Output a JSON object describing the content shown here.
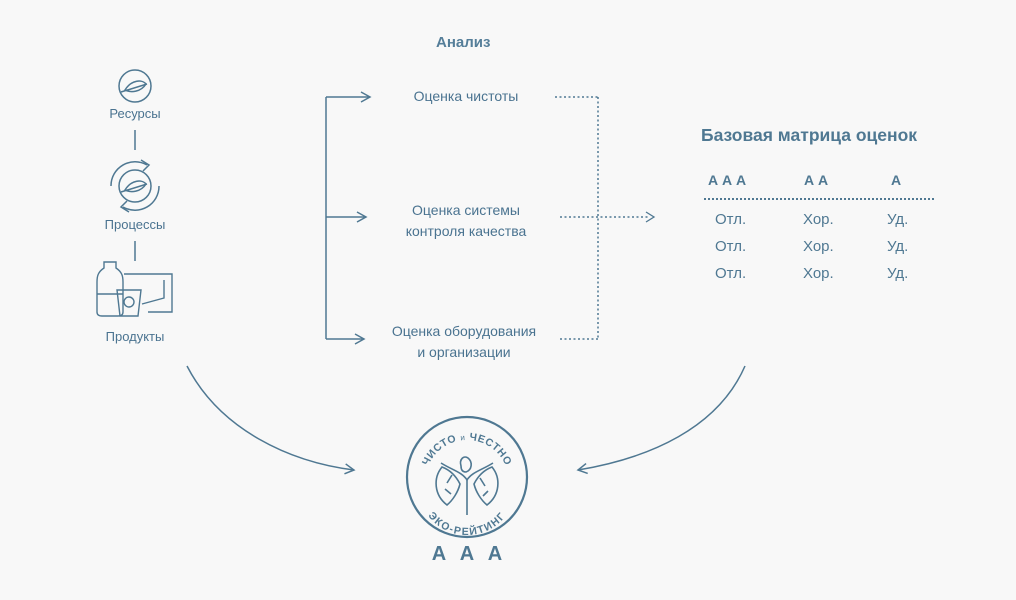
{
  "analysis": {
    "title": "Анализ",
    "steps": [
      {
        "line1": "Оценка чистоты",
        "line2": ""
      },
      {
        "line1": "Оценка системы",
        "line2": "контроля качества"
      },
      {
        "line1": "Оценка оборудования",
        "line2": "и организации"
      }
    ]
  },
  "inputs": [
    {
      "label": "Ресурсы",
      "icon": "leaf-circle-icon"
    },
    {
      "label": "Процессы",
      "icon": "leaf-cycle-icon"
    },
    {
      "label": "Продукты",
      "icon": "products-icon"
    }
  ],
  "matrix": {
    "title": "Базовая матрица оценок",
    "headers": [
      "А А А",
      "А А",
      "А"
    ],
    "rows": [
      [
        "Отл.",
        "Хор.",
        "Уд."
      ],
      [
        "Отл.",
        "Хор.",
        "Уд."
      ],
      [
        "Отл.",
        "Хор.",
        "Уд."
      ]
    ]
  },
  "badge": {
    "top_text": "ЧИСТО",
    "top_small": "и",
    "top_text2": "ЧЕСТНО",
    "bottom_text": "ЭКО-РЕЙТИНГ",
    "rating": "А А А"
  },
  "colors": {
    "stroke": "#4f7892",
    "text": "#4a7390",
    "background": "#f8f8f8"
  }
}
